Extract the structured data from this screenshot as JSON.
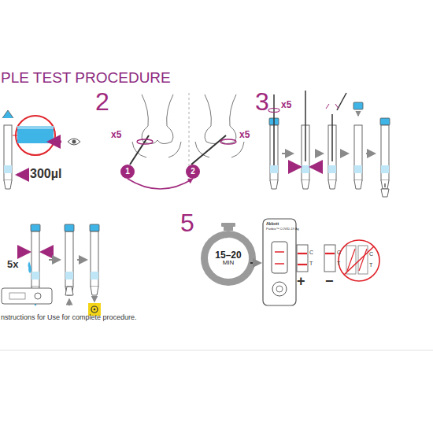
{
  "diagram": {
    "title": "PLE TEST PROCEDURE",
    "caption": "nstructions for Use for complete procedure.",
    "nodes": [
      {
        "text": [
          "1"
        ]
      },
      {
        "text": [
          "2"
        ]
      },
      {
        "text": [
          "15–20",
          "MIN"
        ]
      }
    ],
    "edges": [
      {
        "from": 0,
        "to": 1,
        "arrow": "to"
      }
    ],
    "labels": [
      "2",
      "3",
      "5",
      "300µl",
      "x5",
      "x5",
      "x5",
      "5x",
      "C",
      "T",
      "C",
      "T",
      "C",
      "T",
      "+",
      "−",
      "Abbott",
      "Panbio™ COVID-19 Ag"
    ]
  }
}
